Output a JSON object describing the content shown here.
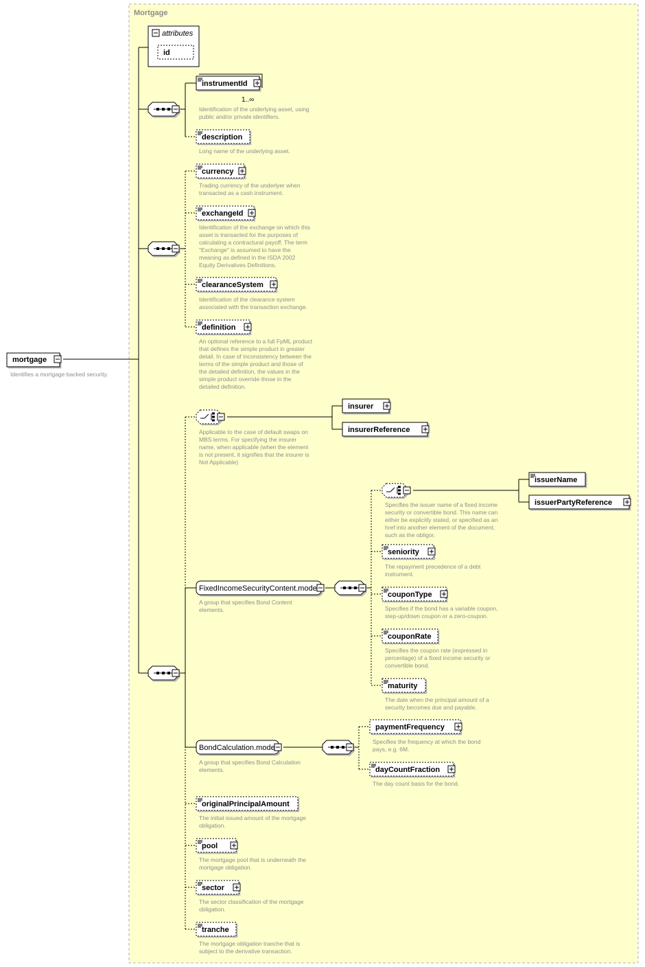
{
  "root": {
    "label": "mortgage",
    "annotation": [
      "Identifies a mortgage backed security."
    ]
  },
  "type_box": {
    "title": "Mortgage"
  },
  "attributes": {
    "title": "attributes",
    "items": [
      "id"
    ]
  },
  "elements": [
    {
      "key": "instrumentId",
      "label": "instrumentId",
      "optional": false,
      "expandable": true,
      "multiplicity": "1..∞",
      "annotation": [
        "Identification of the underlying asset, using",
        "public and/or private identifiers."
      ]
    },
    {
      "key": "description",
      "label": "description",
      "optional": true,
      "expandable": false,
      "annotation": [
        "Long name of the underlying asset."
      ]
    },
    {
      "key": "currency",
      "label": "currency",
      "optional": true,
      "expandable": true,
      "annotation": [
        "Trading currency of the underlyer when",
        "transacted as a cash instrument."
      ]
    },
    {
      "key": "exchangeId",
      "label": "exchangeId",
      "optional": true,
      "expandable": true,
      "annotation": [
        "Identification of the exchange on which this",
        "asset is transacted for the purposes of",
        "calculating a contractural payoff. The term",
        "\"Exchange\" is assumed to have the",
        "meaning as defined in the ISDA 2002",
        "Equity Derivatives Definitions."
      ]
    },
    {
      "key": "clearanceSystem",
      "label": "clearanceSystem",
      "optional": true,
      "expandable": true,
      "annotation": [
        "Identification of the clearance system",
        "associated with the transaction exchange."
      ]
    },
    {
      "key": "definition",
      "label": "definition",
      "optional": true,
      "expandable": true,
      "annotation": [
        "An optional reference to a full FpML product",
        "that defines the simple product in greater",
        "detail. In case of inconsistency between the",
        "terms of the simple product and those of",
        "the detailed definition, the values in the",
        "simple product override those in the",
        "detailed definition."
      ]
    },
    {
      "key": "insurer",
      "label": "insurer",
      "optional": false,
      "expandable": true,
      "annotation": []
    },
    {
      "key": "insurerReference",
      "label": "insurerReference",
      "optional": false,
      "expandable": true,
      "annotation": []
    },
    {
      "key": "issuerName",
      "label": "issuerName",
      "optional": false,
      "expandable": false,
      "annotation": []
    },
    {
      "key": "issuerPartyReference",
      "label": "issuerPartyReference",
      "optional": false,
      "expandable": true,
      "annotation": []
    },
    {
      "key": "seniority",
      "label": "seniority",
      "optional": true,
      "expandable": true,
      "annotation": [
        "The repayment precedence of a debt",
        "instrument."
      ]
    },
    {
      "key": "couponType",
      "label": "couponType",
      "optional": true,
      "expandable": true,
      "annotation": [
        "Specifies if the bond has a variable coupon,",
        "step-up/down coupon or a zero-coupon."
      ]
    },
    {
      "key": "couponRate",
      "label": "couponRate",
      "optional": true,
      "expandable": false,
      "annotation": [
        "Specifies the coupon rate (expressed in",
        "percentage) of a fixed income security or",
        "convertible bond."
      ]
    },
    {
      "key": "maturity",
      "label": "maturity",
      "optional": true,
      "expandable": false,
      "annotation": [
        "The date when the principal amount of a",
        "security becomes due and payable."
      ]
    },
    {
      "key": "paymentFrequency",
      "label": "paymentFrequency",
      "optional": true,
      "expandable": true,
      "annotation": [
        "Specifies the frequency at which the bond",
        "pays, e.g. 6M."
      ]
    },
    {
      "key": "dayCountFraction",
      "label": "dayCountFraction",
      "optional": true,
      "expandable": true,
      "annotation": [
        "The day count basis for the bond."
      ]
    },
    {
      "key": "originalPrincipalAmount",
      "label": "originalPrincipalAmount",
      "optional": true,
      "expandable": false,
      "annotation": [
        "The initial issued amount of the mortgage",
        "obligation."
      ]
    },
    {
      "key": "pool",
      "label": "pool",
      "optional": true,
      "expandable": true,
      "annotation": [
        "The mortgage pool that is underneath the",
        "mortgage obligation."
      ]
    },
    {
      "key": "sector",
      "label": "sector",
      "optional": true,
      "expandable": true,
      "annotation": [
        "The sector classification of the mortgage",
        "obligation."
      ]
    },
    {
      "key": "tranche",
      "label": "tranche",
      "optional": true,
      "expandable": false,
      "annotation": [
        "The mortgage obligation tranche that is",
        "subject to the derivative transaction."
      ]
    }
  ],
  "groups": [
    {
      "key": "FixedIncomeSecurityContent",
      "label": "FixedIncomeSecurityContent.model",
      "annotation": [
        "A group that specifies Bond Content",
        "elements."
      ]
    },
    {
      "key": "BondCalculation",
      "label": "BondCalculation.model",
      "annotation": [
        "A group that specifies Bond Calculation",
        "elements."
      ]
    }
  ],
  "choices": [
    {
      "key": "insurerChoice",
      "annotation": [
        "Applicable to the case of default swaps on",
        "MBS terms. For specifying the insurer",
        "name, when applicable (when the element",
        "is not present, it signifies that the insurer is",
        "Not Applicable)"
      ]
    },
    {
      "key": "issuerChoice",
      "annotation": [
        "Specifies the issuer name of a fixed income",
        "security or convertible bond. This name can",
        "either be explicitly stated, or specified as an",
        "href into another element of the document,",
        "such as the obligor."
      ]
    }
  ],
  "colors": {
    "type_fill": "#ffffcc",
    "type_border": "#b0b0b0",
    "annotation": "#8c8c8c"
  }
}
